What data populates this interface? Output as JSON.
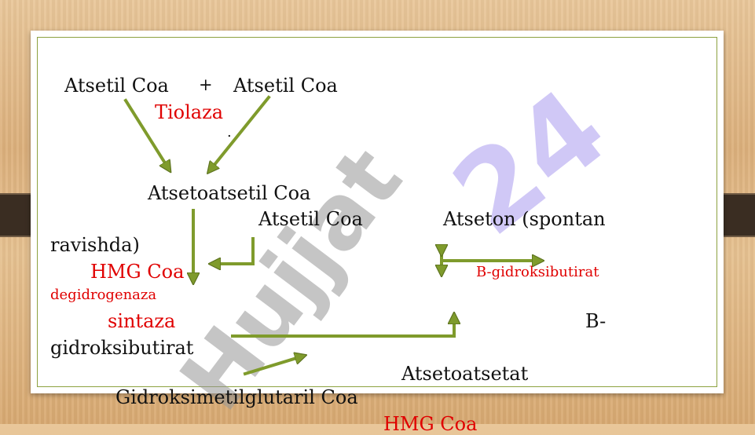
{
  "slide": {
    "watermark_number": "24",
    "watermark_word": "Hujjat",
    "lines": {
      "acetylA": "Atsetil Coa",
      "plus": "+",
      "acetylB": "Atsetil Coa",
      "tiolaza": "Tiolaza",
      "dot": ".",
      "acetoacetylCoa": "Atsetoatsetil Coa",
      "acetylC": "Atsetil Coa",
      "aceton": "Atseton (spontan",
      "ravishda": "ravishda)",
      "hmgCoa": "HMG Coa",
      "bHydroxy1": "B-gidroksibutirat",
      "degidrogenaza": "degidrogenaza",
      "sintaza": "sintaza",
      "bDash": "B-",
      "gidroksibutirat": "gidroksibutirat",
      "atsetoatsetat": "Atsetoatsetat",
      "hmgFull": "Gidroksimetilglutaril Coa",
      "hmgCoa2": "HMG Coa"
    }
  }
}
